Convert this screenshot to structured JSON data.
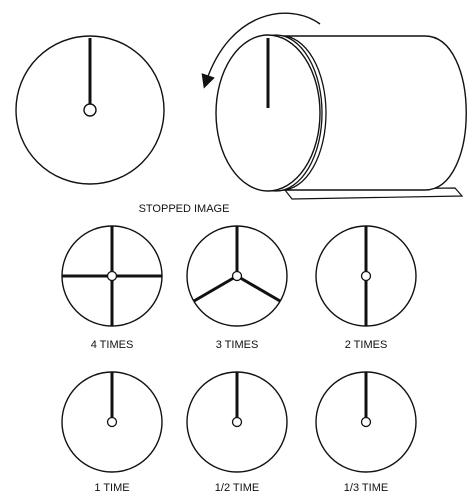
{
  "labels": {
    "stopped": "STOPPED IMAGE",
    "four": "4 TIMES",
    "three": "3 TIMES",
    "two": "2 TIMES",
    "one": "1 TIME",
    "half": "1/2 TIME",
    "third": "1/3 TIME"
  },
  "colors": {
    "stroke": "#111111",
    "background": "#ffffff"
  }
}
